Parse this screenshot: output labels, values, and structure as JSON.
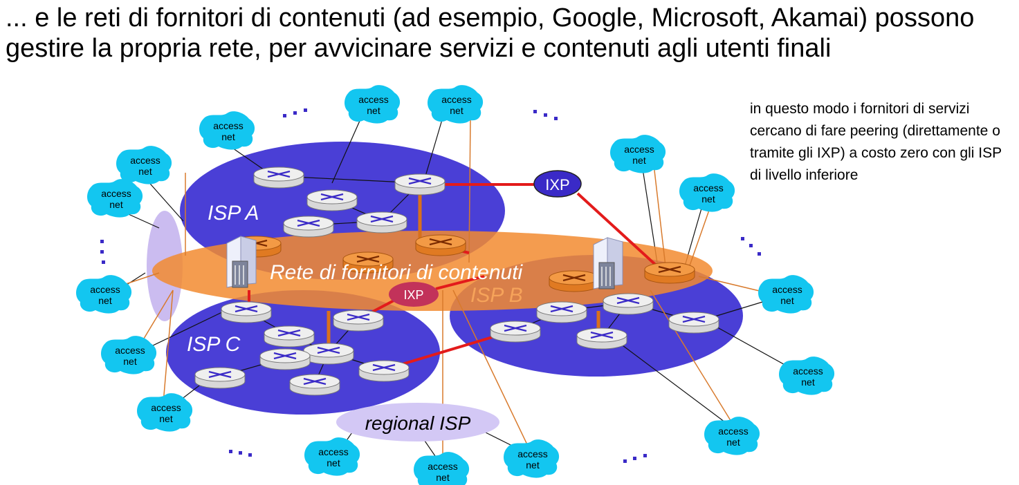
{
  "title": "... e le reti di fornitori di contenuti (ad esempio, Google, Microsoft, Akamai) possono gestire la propria rete, per avvicinare servizi e contenuti agli utenti finali",
  "note": "in questo modo i fornitori di servizi cercano di fare peering (direttamente o tramite gli IXP) a costo zero con gli ISP di livello inferiore",
  "diagram": {
    "isp_a": "ISP A",
    "isp_b": "ISP B",
    "isp_c": "ISP C",
    "content_network": "Rete di fornitori di contenuti",
    "regional_isp": "regional ISP",
    "ixp_top": "IXP",
    "ixp_mid": "IXP",
    "access_line1": "access",
    "access_line2": "net",
    "ellipsis": "..."
  },
  "colors": {
    "isp": "#4a3fd6",
    "content": "#f28b30",
    "access_cloud": "#13c6f0",
    "regional": "#d3c8f5",
    "peering_link": "#e31b1b",
    "ixp_top": "#3a2ac7",
    "ixp_mid": "#c2325a"
  }
}
